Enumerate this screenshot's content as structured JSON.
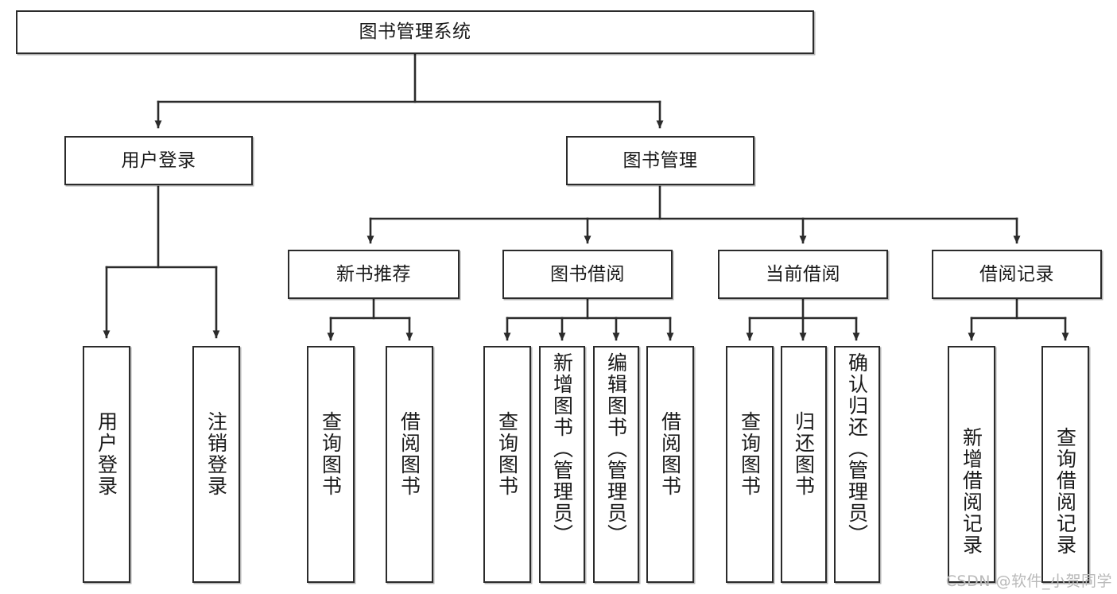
{
  "diagram": {
    "title": "图书管理系统",
    "type": "功能结构图",
    "stroke_color": "#2b2b2b",
    "fill_color": "#ffffff",
    "text_color": "#1a1a1a"
  },
  "root": {
    "label": "图书管理系统"
  },
  "level2": [
    {
      "label": "用户登录"
    },
    {
      "label": "图书管理"
    }
  ],
  "level3": [
    {
      "label": "新书推荐"
    },
    {
      "label": "图书借阅"
    },
    {
      "label": "当前借阅"
    },
    {
      "label": "借阅记录"
    }
  ],
  "leaves": {
    "user_login": [
      {
        "label": "用户登录"
      },
      {
        "label": "注销登录"
      }
    ],
    "new_book": [
      {
        "label": "查询图书"
      },
      {
        "label": "借阅图书"
      }
    ],
    "book_borrow": [
      {
        "label": "查询图书"
      },
      {
        "label": "新增图书（管理员）"
      },
      {
        "label": "编辑图书（管理员）"
      },
      {
        "label": "借阅图书"
      }
    ],
    "current_borrow": [
      {
        "label": "查询图书"
      },
      {
        "label": "归还图书"
      },
      {
        "label": "确认归还（管理员）"
      }
    ],
    "borrow_record": [
      {
        "label": "新增借阅记录"
      },
      {
        "label": "查询借阅记录"
      }
    ]
  },
  "watermark": {
    "text": "CSDN @软件_小贺同学"
  }
}
